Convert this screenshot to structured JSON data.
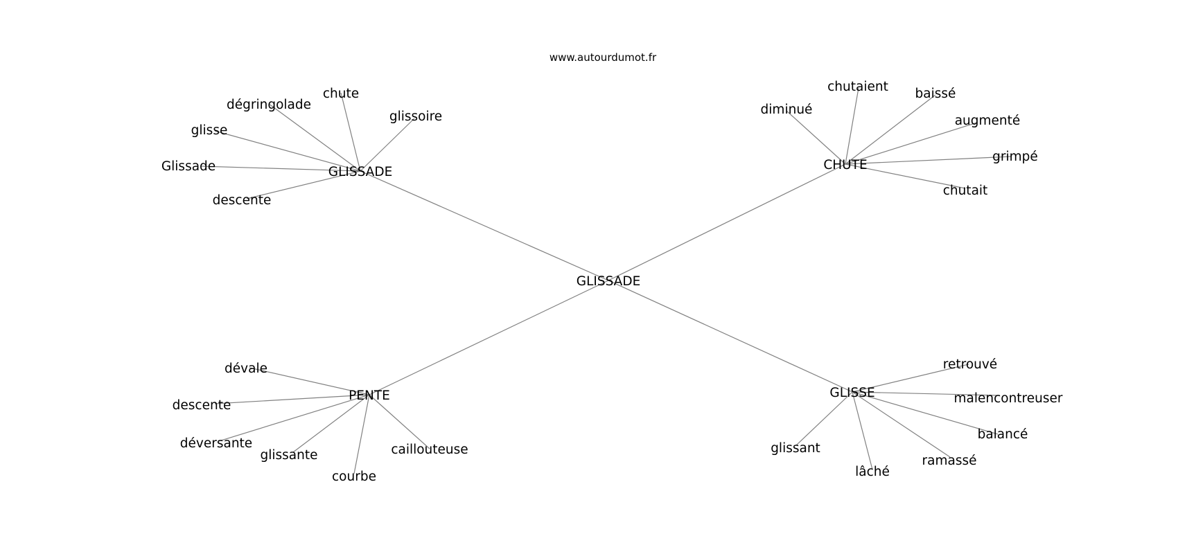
{
  "header": {
    "site_url": "www.autourdumot.fr"
  },
  "graph": {
    "center": {
      "id": "center",
      "label": "GLISSADE"
    },
    "hubs": [
      {
        "id": "hub-glissade",
        "label": "GLISSADE",
        "leaves": [
          "dégringolade",
          "chute",
          "glissoire",
          "glisse",
          "Glissade",
          "descente"
        ]
      },
      {
        "id": "hub-chute",
        "label": "CHUTE",
        "leaves": [
          "diminué",
          "chutaient",
          "baissé",
          "augmenté",
          "grimpé",
          "chutait"
        ]
      },
      {
        "id": "hub-pente",
        "label": "PENTE",
        "leaves": [
          "dévale",
          "descente",
          "déversante",
          "glissante",
          "courbe",
          "caillouteuse"
        ]
      },
      {
        "id": "hub-glisse",
        "label": "GLISSE",
        "leaves": [
          "retrouvé",
          "malencontreuser",
          "balancé",
          "ramassé",
          "lâché",
          "glissant"
        ]
      }
    ]
  },
  "colors": {
    "edge": "#808080",
    "text": "#000000",
    "background": "#ffffff"
  }
}
